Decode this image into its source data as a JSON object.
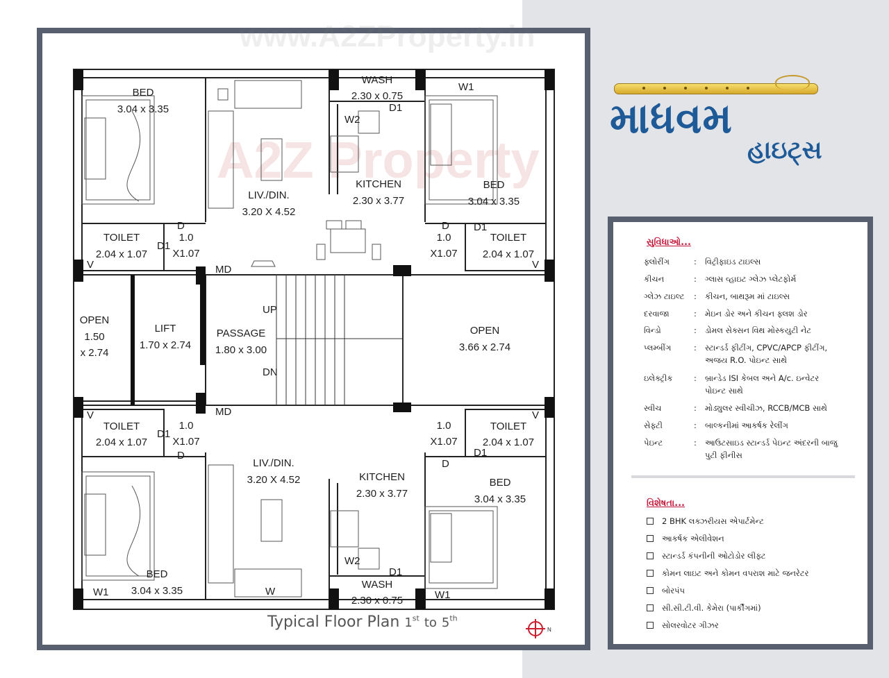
{
  "watermark": {
    "top": "www.A2ZProperty.in",
    "center": "A2Z Property"
  },
  "brand": {
    "line1": "માધવમ",
    "line2": "હાઇટ્સ"
  },
  "plan": {
    "title": "Typical Floor Plan",
    "floor_from": "1",
    "floor_from_sup": "st",
    "mid": "to",
    "floor_to": "5",
    "floor_to_sup": "th",
    "north": "N",
    "rooms": {
      "bed_tl": {
        "name": "BED",
        "dim": "3.04 x 3.35"
      },
      "liv_top": {
        "name": "LIV./DIN.",
        "dim": "3.20 X 4.52"
      },
      "wash_top": {
        "name": "WASH",
        "dim": "2.30 x 0.75"
      },
      "kitchen_top": {
        "name": "KITCHEN",
        "dim": "2.30 x 3.77"
      },
      "bed_tr": {
        "name": "BED",
        "dim": "3.04 x 3.35"
      },
      "toilet_tl": {
        "name": "TOILET",
        "dim": "2.04 x 1.07"
      },
      "toilet_tr": {
        "name": "TOILET",
        "dim": "2.04 x 1.07"
      },
      "sq_tl": {
        "a": "1.0",
        "b": "X1.07"
      },
      "sq_tr": {
        "a": "1.0",
        "b": "X1.07"
      },
      "open_l": {
        "name": "OPEN",
        "a": "1.50",
        "b": "x 2.74"
      },
      "lift": {
        "name": "LIFT",
        "dim": "1.70 x 2.74"
      },
      "passage": {
        "name": "PASSAGE",
        "dim": "1.80 x 3.00"
      },
      "open_r": {
        "name": "OPEN",
        "dim": "3.66 x 2.74"
      },
      "toilet_bl": {
        "name": "TOILET",
        "dim": "2.04 x 1.07"
      },
      "toilet_br": {
        "name": "TOILET",
        "dim": "2.04 x 1.07"
      },
      "sq_bl": {
        "a": "1.0",
        "b": "X1.07"
      },
      "sq_br": {
        "a": "1.0",
        "b": "X1.07"
      },
      "liv_bot": {
        "name": "LIV./DIN.",
        "dim": "3.20 X 4.52"
      },
      "kitchen_bot": {
        "name": "KITCHEN",
        "dim": "2.30 x 3.77"
      },
      "bed_br": {
        "name": "BED",
        "dim": "3.04 x 3.35"
      },
      "bed_bl": {
        "name": "BED",
        "dim": "3.04 x 3.35"
      },
      "wash_bot": {
        "name": "WASH",
        "dim": "2.30 x 0.75"
      }
    },
    "marks": {
      "d": "D",
      "d1": "D1",
      "v": "V",
      "w1": "W1",
      "w2": "W2",
      "w": "W",
      "md": "MD",
      "up": "UP",
      "dn": "DN"
    }
  },
  "amenities_title": "સુવિધાઓ...",
  "amenities": [
    {
      "k": "ફ્લોરીંગ",
      "v": "વિટ્રીફાઇડ ટાઇલ્સ"
    },
    {
      "k": "કીચન",
      "v": "ગ્લાસ વ્હાઇટ ગ્લેઝ પ્લેટફોર્મ"
    },
    {
      "k": "ગ્લેઝ ટાઇલ્ટ",
      "v": "કીચન, બાથરૂમ માં ટાઇલ્સ"
    },
    {
      "k": "દરવાજા",
      "v": "મેઇન ડોર અને કીચન ફ્લશ ડોર"
    },
    {
      "k": "વિન્ડો",
      "v": "ડોમલ સેક્સન વિથ મોસ્કયુટી નેટ"
    },
    {
      "k": "પ્લમ્બીંગ",
      "v": "સ્ટાન્ડર્ડ ફીટીંગ, CPVC/APCP ફીટીંગ,",
      "v2": "અજય R.O. પોઇન્ટ સાથે"
    },
    {
      "k": "ઇલેક્ટ્રીક",
      "v": "બ્રાન્ડેડ ISI કેબલ અને A/c. ઇન્વેટર",
      "v2": "પોઇન્ટ સાથે"
    },
    {
      "k": "સ્વીચ",
      "v": "મોડ્યુલર સ્વીચીઝ, RCCB/MCB સાથે"
    },
    {
      "k": "સેફ્ટી",
      "v": "બાલ્કનીમાં આકર્ષક રેલીંગ"
    },
    {
      "k": "પેઇન્ટ",
      "v": "આઉટસાઇડ સ્ટાન્ડર્ડ પેઇન્ટ અંદરની બાજુ",
      "v2": "પુટી ફીનીસ"
    }
  ],
  "features_title": "વિશેષતા...",
  "features": [
    "2 BHK લક્ઝરીયસ એપાર્ટમેન્ટ",
    "આકર્ષક એલીવેશન",
    "સ્ટાન્ડર્ડ કંપનીની ઓટોડોર લીફ્ટ",
    "કોમન લાઇટ અને કોમન વપરાશ માટે જનરેટર",
    "બોરપંપ",
    "સી.સી.ટી.વી. કેમેરા (પાર્કીંગમાં)",
    "સોલરવોટર ગીઝર"
  ]
}
